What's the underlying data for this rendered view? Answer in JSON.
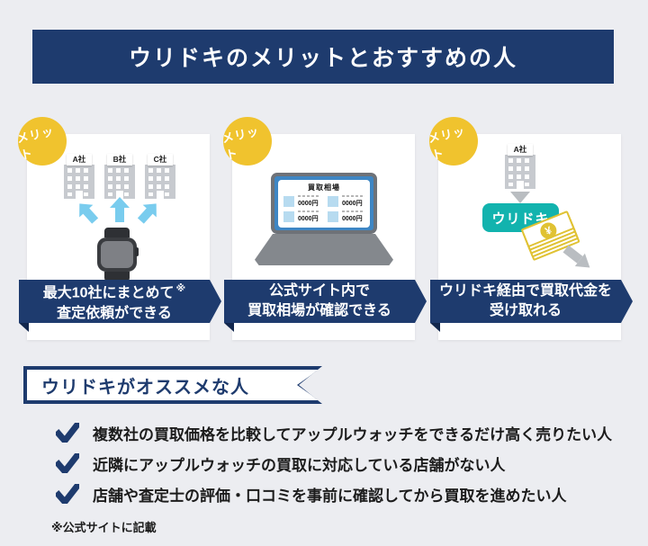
{
  "title": {
    "text": "ウリドキのメリットとおすすめの人"
  },
  "cards": [
    {
      "badge": "メリット",
      "companies": [
        "A社",
        "B社",
        "C社"
      ],
      "caption": {
        "line1": "最大10社にまとめて",
        "note": "※",
        "line2": "査定依頼ができる"
      }
    },
    {
      "badge": "メリット",
      "screen": {
        "title": "買取相場",
        "prices": [
          "0000円",
          "0000円",
          "0000円",
          "0000円"
        ]
      },
      "caption": {
        "line1": "公式サイト内で",
        "line2": "買取相場が確認できる"
      }
    },
    {
      "badge": "メリット",
      "company": "A社",
      "service": "ウリドキ",
      "yen": "¥",
      "caption": {
        "line1": "ウリドキ経由で買取代金を",
        "line2": "受け取れる"
      }
    }
  ],
  "recommend": {
    "heading": "ウリドキがオススメな人",
    "items": [
      "複数社の買取価格を比較してアップルウォッチをできるだけ高く売りたい人",
      "近隣にアップルウォッチの買取に対応している店舗がない人",
      "店舗や査定士の評価・口コミを事前に確認してから買取を進めたい人"
    ]
  },
  "footnote": "※公式サイトに記載",
  "colors": {
    "navy": "#1e3b6e",
    "navy_dark": "#12274d",
    "yellow": "#f0c32e",
    "teal": "#12b3ae",
    "arrow_blue": "#79ccee",
    "gray": "#b9bdc1",
    "page_bg": "#ecedf1"
  }
}
